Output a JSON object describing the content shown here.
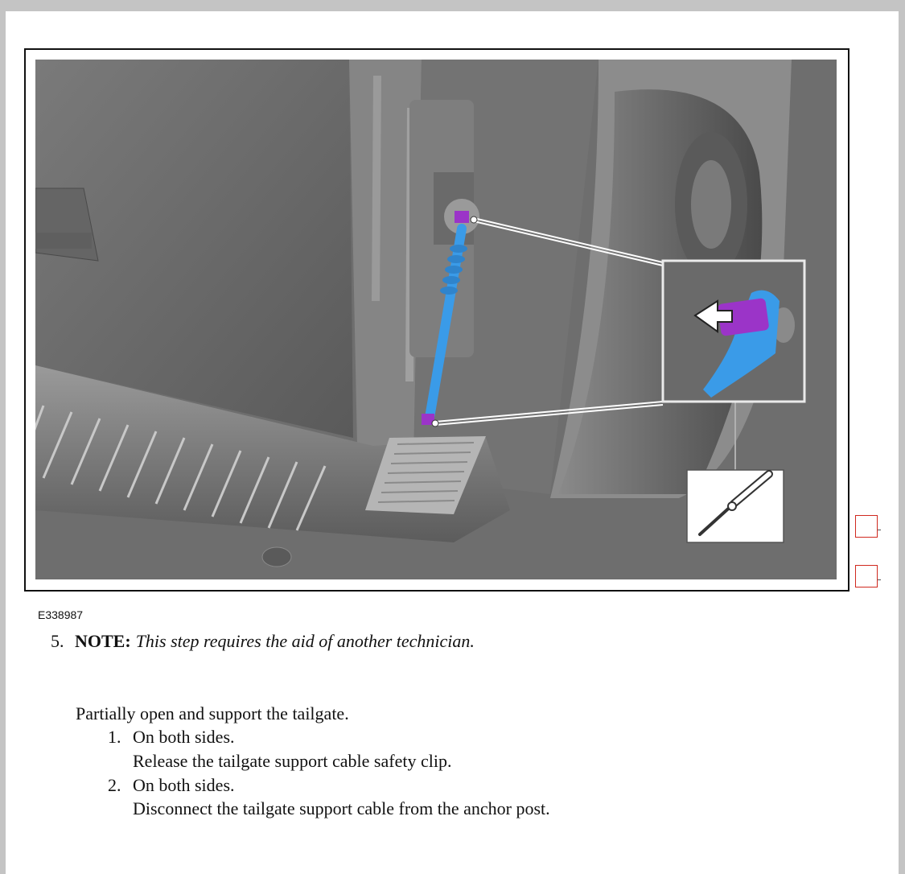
{
  "figure": {
    "id_label": "E338987"
  },
  "step": {
    "number": "5.",
    "note_label": "NOTE:",
    "note_text": "This step requires the aid of another technician.",
    "instruction": "Partially open and support the tailgate.",
    "substeps": [
      {
        "number": "1.",
        "title": "On both sides.",
        "detail": "Release the tailgate support cable safety clip."
      },
      {
        "number": "2.",
        "title": "On both sides.",
        "detail": "Disconnect the tailgate support cable from the anchor post."
      }
    ]
  },
  "colors": {
    "cable": "#3a9be8",
    "clip": "#9b34c8",
    "side_box": "#d0291f"
  }
}
